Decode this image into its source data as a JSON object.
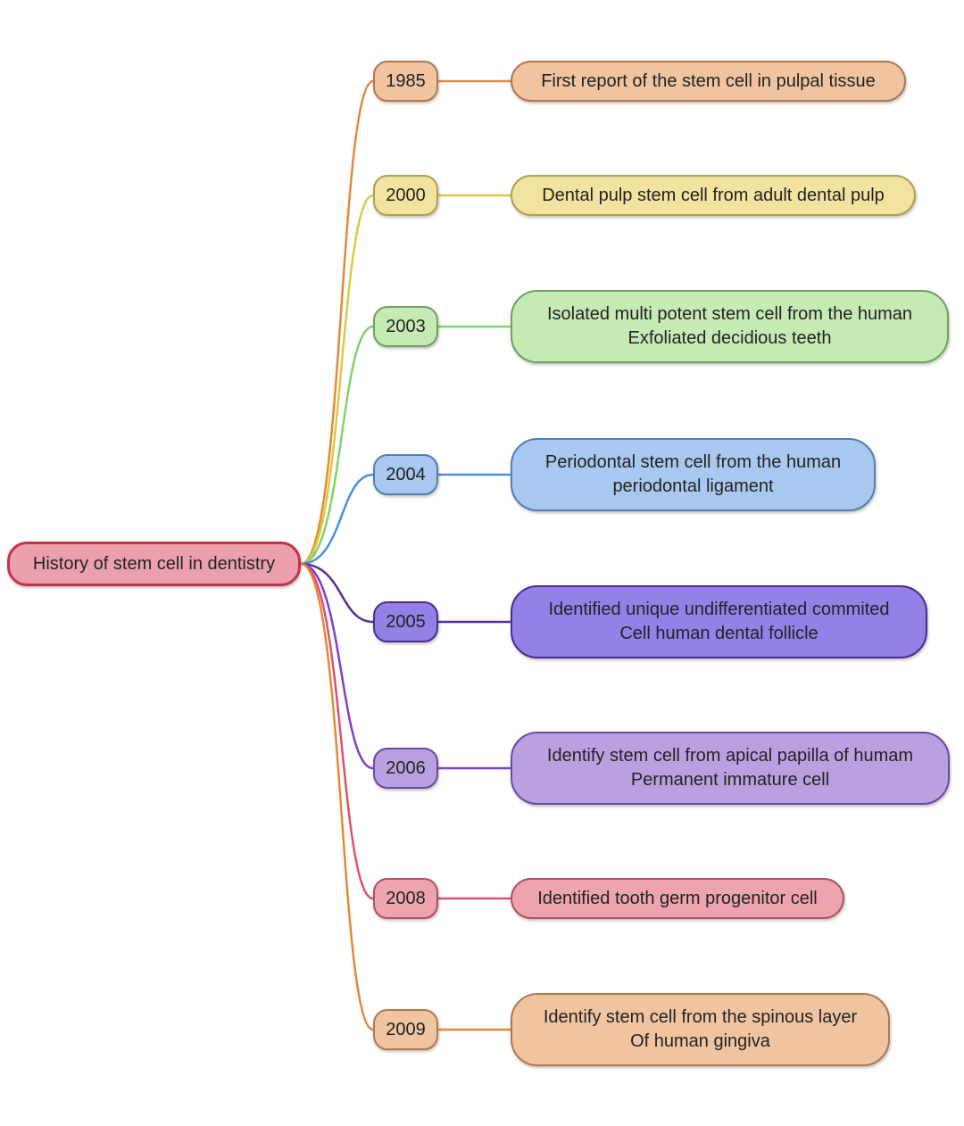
{
  "root": {
    "label": "History of stem cell in dentistry",
    "fill": "#eba1ad",
    "stroke": "#c8304a"
  },
  "events": [
    {
      "year": "1985",
      "text": "First report of the stem cell in pulpal tissue",
      "fill": "#f0c4a0",
      "stroke": "#b07850",
      "line": "#e08a3c"
    },
    {
      "year": "2000",
      "text": "Dental pulp stem cell from adult dental pulp",
      "fill": "#f2e3a0",
      "stroke": "#b0a050",
      "line": "#e0c840"
    },
    {
      "year": "2003",
      "text": "Isolated multi potent stem cell from the human\nExfoliated decidious teeth",
      "fill": "#c5ebb5",
      "stroke": "#70a060",
      "line": "#7ed36a"
    },
    {
      "year": "2004",
      "text": "Periodontal stem cell from the human\nperiodontal ligament",
      "fill": "#a9c8ef",
      "stroke": "#5080b0",
      "line": "#4a8fe0"
    },
    {
      "year": "2005",
      "text": "Identified unique  undifferentiated commited\nCell human dental follicle",
      "fill": "#9381e8",
      "stroke": "#4a2d8c",
      "line": "#5a2d9c"
    },
    {
      "year": "2006",
      "text": "Identify stem cell from apical papilla of humam\nPermanent immature cell",
      "fill": "#b9a0e0",
      "stroke": "#6a4aa0",
      "line": "#8040c8"
    },
    {
      "year": "2008",
      "text": "Identified tooth germ progenitor cell",
      "fill": "#eda4b0",
      "stroke": "#b05060",
      "line": "#e0506a"
    },
    {
      "year": "2009",
      "text": "Identify stem cell from the spinous layer\nOf human gingiva",
      "fill": "#f0c4a0",
      "stroke": "#b07850",
      "line": "#e08a3c"
    }
  ]
}
